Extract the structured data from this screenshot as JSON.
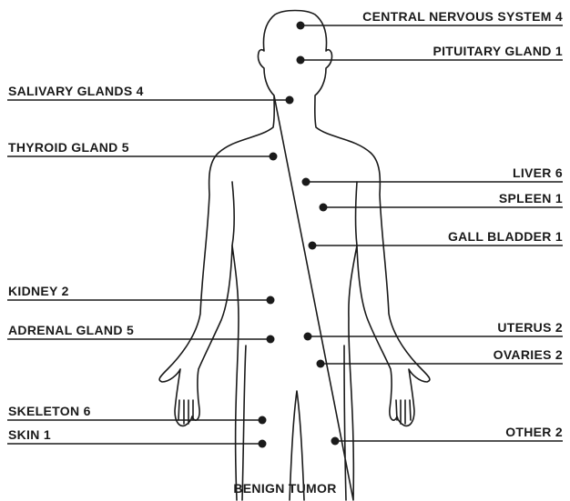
{
  "caption": "BENIGN TUMOR",
  "labels": {
    "central_nervous_system": "CENTRAL NERVOUS SYSTEM 4",
    "pituitary_gland": "PITUITARY GLAND 1",
    "salivary_glands": "SALIVARY GLANDS 4",
    "thyroid_gland": "THYROID GLAND 5",
    "liver": "LIVER 6",
    "spleen": "SPLEEN 1",
    "gall_bladder": "GALL BLADDER 1",
    "kidney": "KIDNEY 2",
    "adrenal_gland": "ADRENAL GLAND 5",
    "uterus": "UTERUS 2",
    "ovaries": "OVARIES 2",
    "skeleton": "SKELETON 6",
    "skin": "SKIN 1",
    "other": "OTHER 2"
  },
  "colors": {
    "ink": "#1a1a1a",
    "background": "#ffffff"
  }
}
